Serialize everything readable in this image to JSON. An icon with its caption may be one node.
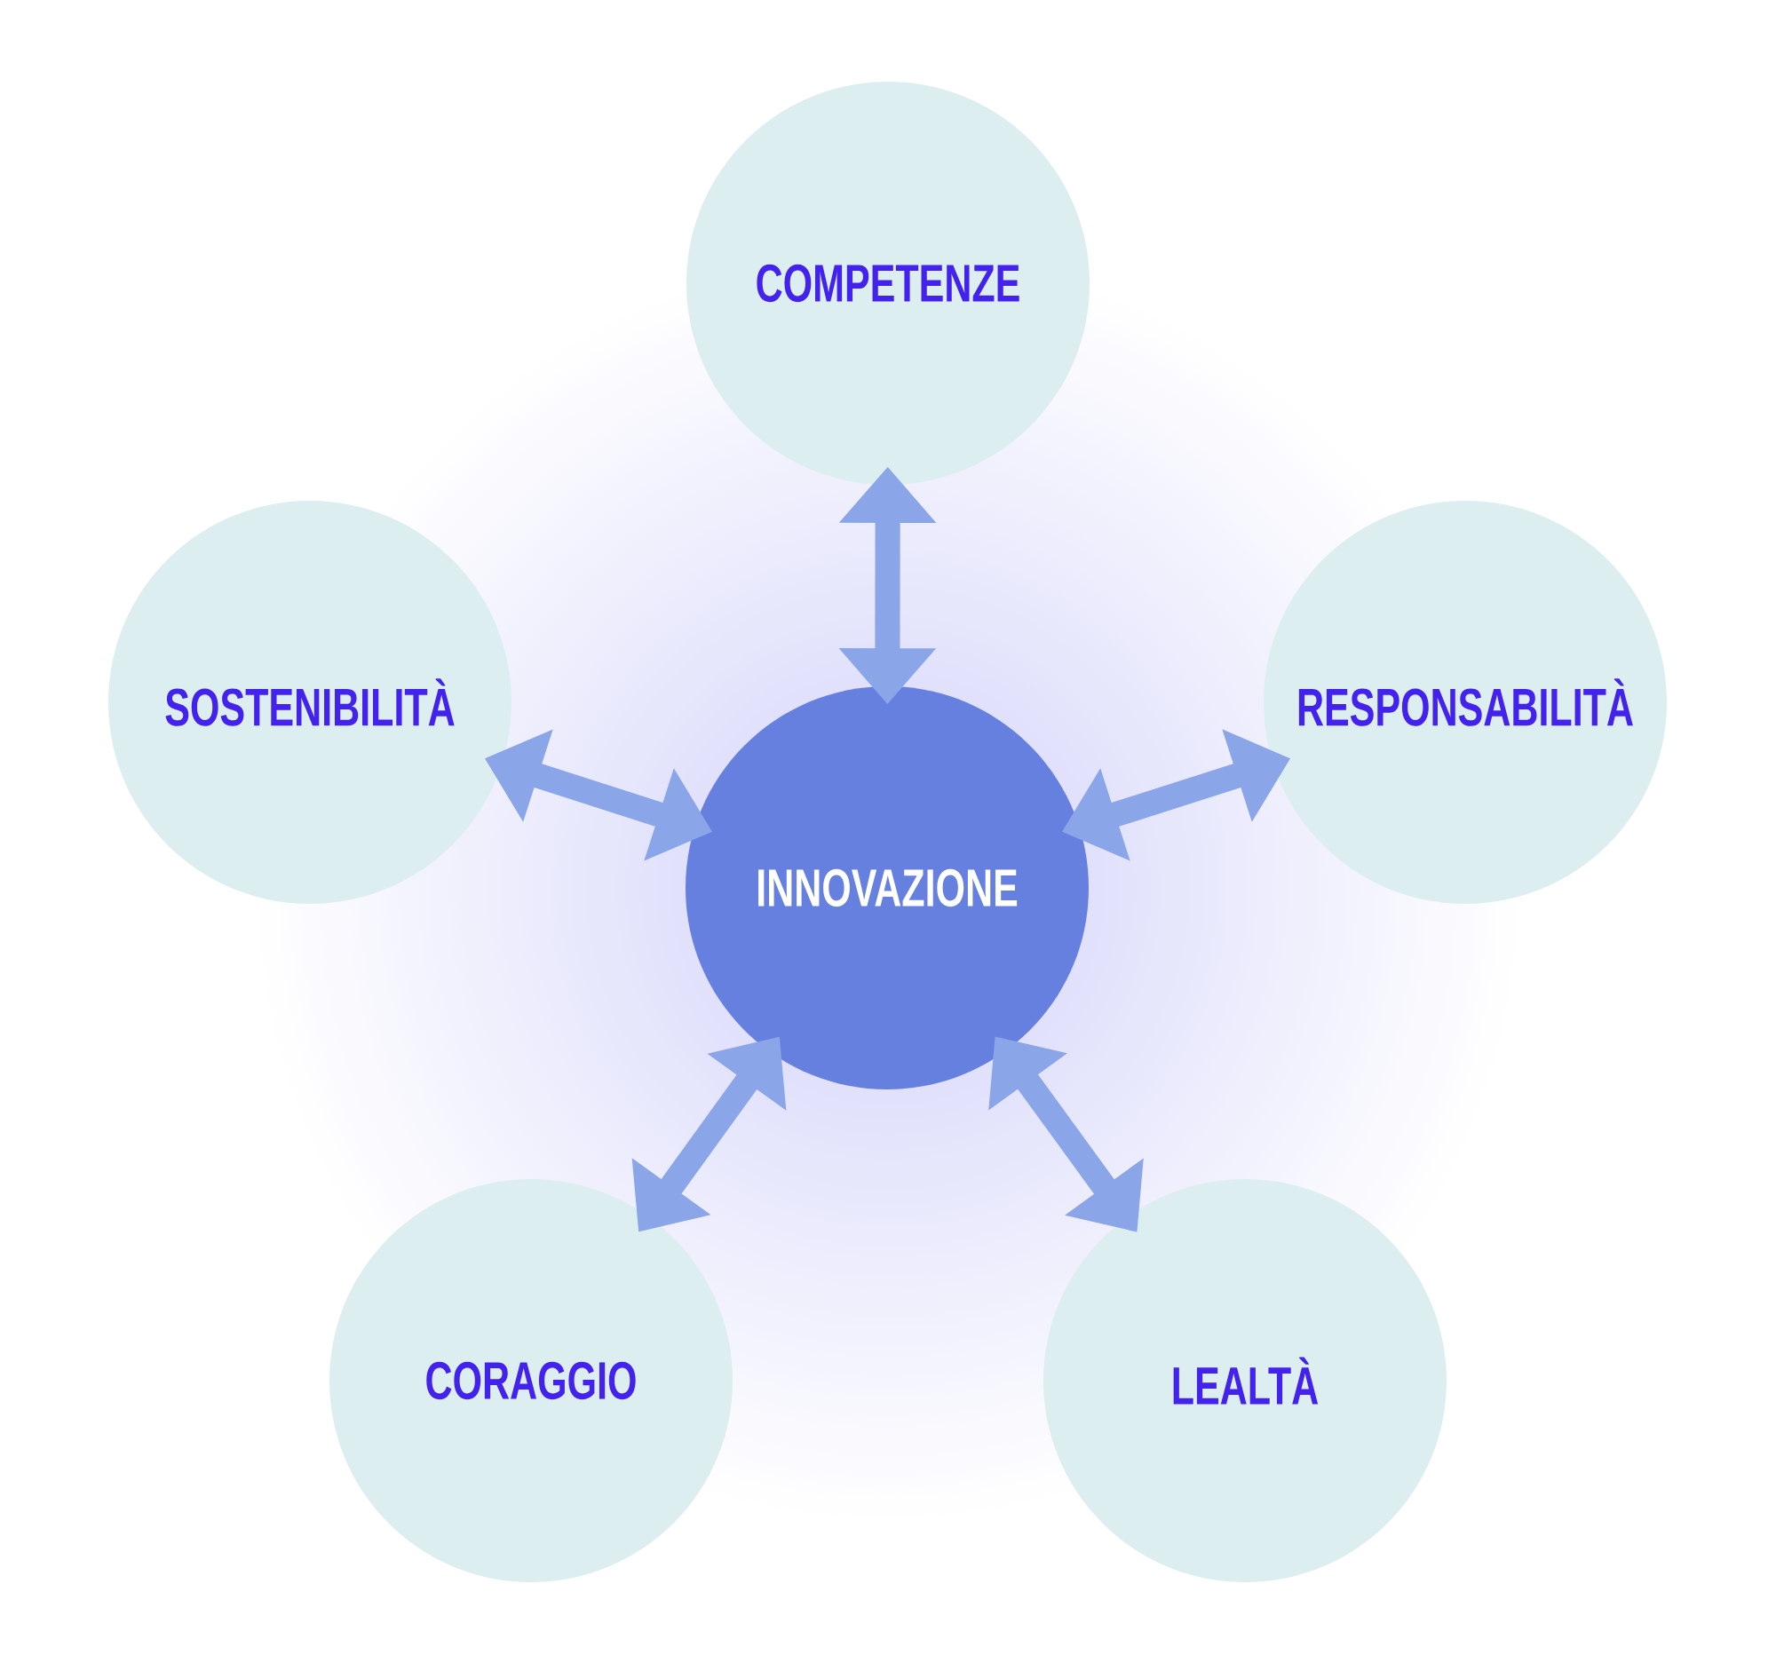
{
  "diagram": {
    "nodes": [
      {
        "text": [
          "COMPETENZE"
        ]
      },
      {
        "text": [
          "SOSTENIBILITÀ"
        ]
      },
      {
        "text": [
          "RESPONSABILITÀ"
        ]
      },
      {
        "text": [
          "INNOVAZIONE"
        ]
      },
      {
        "text": [
          "CORAGGIO"
        ]
      },
      {
        "text": [
          "LEALTÀ"
        ]
      }
    ],
    "edges": [
      {
        "from": 3,
        "to": 0,
        "arrow": "both"
      },
      {
        "from": 3,
        "to": 1,
        "arrow": "both"
      },
      {
        "from": 3,
        "to": 2,
        "arrow": "both"
      },
      {
        "from": 3,
        "to": 4,
        "arrow": "both"
      },
      {
        "from": 3,
        "to": 5,
        "arrow": "both"
      }
    ]
  }
}
